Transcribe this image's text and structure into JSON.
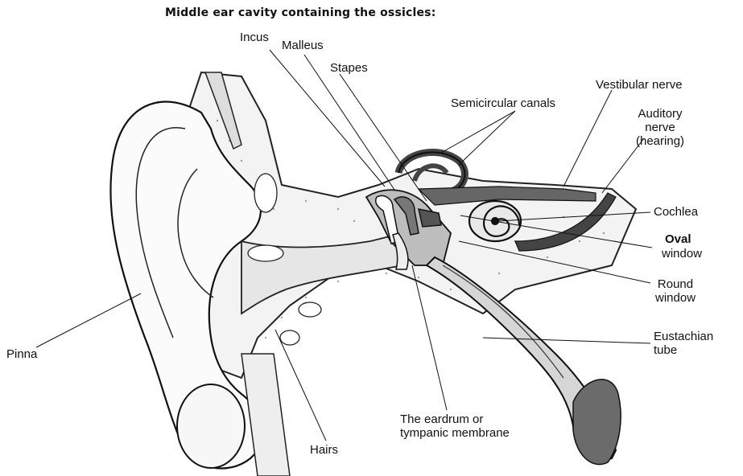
{
  "title": "Middle ear cavity containing the ossicles:",
  "labels": {
    "incus": "Incus",
    "malleus": "Malleus",
    "stapes": "Stapes",
    "semicircular_canals": "Semicircular canals",
    "vestibular_nerve": "Vestibular nerve",
    "auditory_nerve": "Auditory\nnerve\n(hearing)",
    "cochlea": "Cochlea",
    "oval_window_1": "Oval",
    "oval_window_2": "window",
    "round_window": "Round\nwindow",
    "eustachian_tube": "Eustachian\ntube",
    "eardrum": "The eardrum or\ntympanic membrane",
    "hairs": "Hairs",
    "pinna": "Pinna"
  },
  "colors": {
    "line": "#111111",
    "dark_fill": "#444444",
    "mid_fill": "#8a8a8a",
    "light_fill": "#d9d9d9",
    "bone_fill": "#f2f2f2"
  }
}
